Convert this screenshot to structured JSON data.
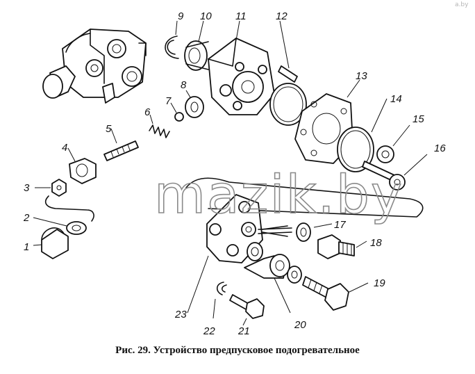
{
  "caption": "Рис. 29. Устройство предпусковое подогревательное",
  "watermark": "mazik.by",
  "corner_mark": "a.by",
  "callouts": [
    "1",
    "2",
    "3",
    "4",
    "5",
    "6",
    "7",
    "8",
    "9",
    "10",
    "11",
    "12",
    "13",
    "14",
    "15",
    "16",
    "17",
    "18",
    "19",
    "20",
    "21",
    "22",
    "23"
  ],
  "colors": {
    "ink": "#111111",
    "watermark": "#8a8a8a",
    "background": "#ffffff"
  }
}
